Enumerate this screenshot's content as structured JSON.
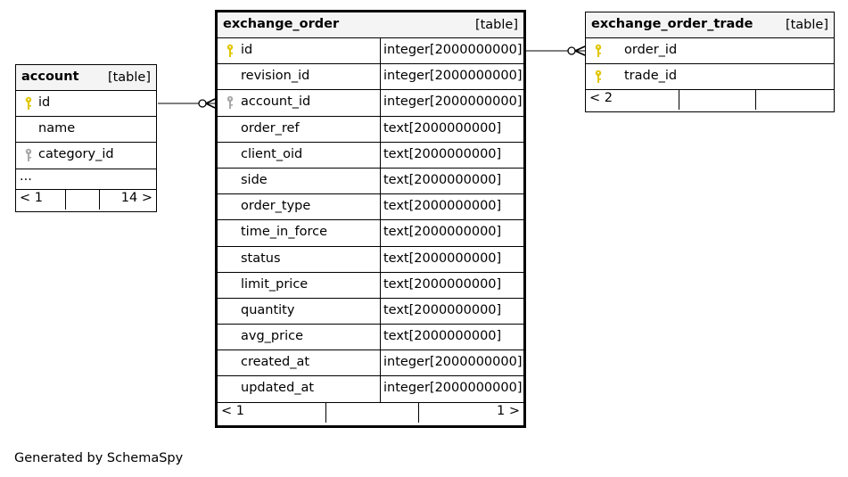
{
  "colors": {
    "primary_key": "#e0c600",
    "foreign_key": "#a8a8a8",
    "header_bg": "#f4f4f4"
  },
  "account": {
    "name": "account",
    "kind": "[table]",
    "columns": [
      {
        "name": "id",
        "icon": "primary-key-icon"
      },
      {
        "name": "name",
        "icon": ""
      },
      {
        "name": "category_id",
        "icon": "foreign-key-icon"
      }
    ],
    "more": "...",
    "footer": {
      "left": "< 1",
      "right": "14 >"
    }
  },
  "exchange_order": {
    "name": "exchange_order",
    "kind": "[table]",
    "columns": [
      {
        "name": "id",
        "type": "integer[2000000000]",
        "icon": "primary-key-icon"
      },
      {
        "name": "revision_id",
        "type": "integer[2000000000]",
        "icon": ""
      },
      {
        "name": "account_id",
        "type": "integer[2000000000]",
        "icon": "foreign-key-icon"
      },
      {
        "name": "order_ref",
        "type": "text[2000000000]",
        "icon": ""
      },
      {
        "name": "client_oid",
        "type": "text[2000000000]",
        "icon": ""
      },
      {
        "name": "side",
        "type": "text[2000000000]",
        "icon": ""
      },
      {
        "name": "order_type",
        "type": "text[2000000000]",
        "icon": ""
      },
      {
        "name": "time_in_force",
        "type": "text[2000000000]",
        "icon": ""
      },
      {
        "name": "status",
        "type": "text[2000000000]",
        "icon": ""
      },
      {
        "name": "limit_price",
        "type": "text[2000000000]",
        "icon": ""
      },
      {
        "name": "quantity",
        "type": "text[2000000000]",
        "icon": ""
      },
      {
        "name": "avg_price",
        "type": "text[2000000000]",
        "icon": ""
      },
      {
        "name": "created_at",
        "type": "integer[2000000000]",
        "icon": ""
      },
      {
        "name": "updated_at",
        "type": "integer[2000000000]",
        "icon": ""
      }
    ],
    "footer": {
      "left": "< 1",
      "right": "1 >"
    }
  },
  "exchange_order_trade": {
    "name": "exchange_order_trade",
    "kind": "[table]",
    "columns": [
      {
        "name": "order_id",
        "icon": "primary-key-icon"
      },
      {
        "name": "trade_id",
        "icon": "primary-key-icon"
      }
    ],
    "footer": {
      "left": "< 2",
      "right": ""
    }
  },
  "generated_by": "Generated by SchemaSpy"
}
